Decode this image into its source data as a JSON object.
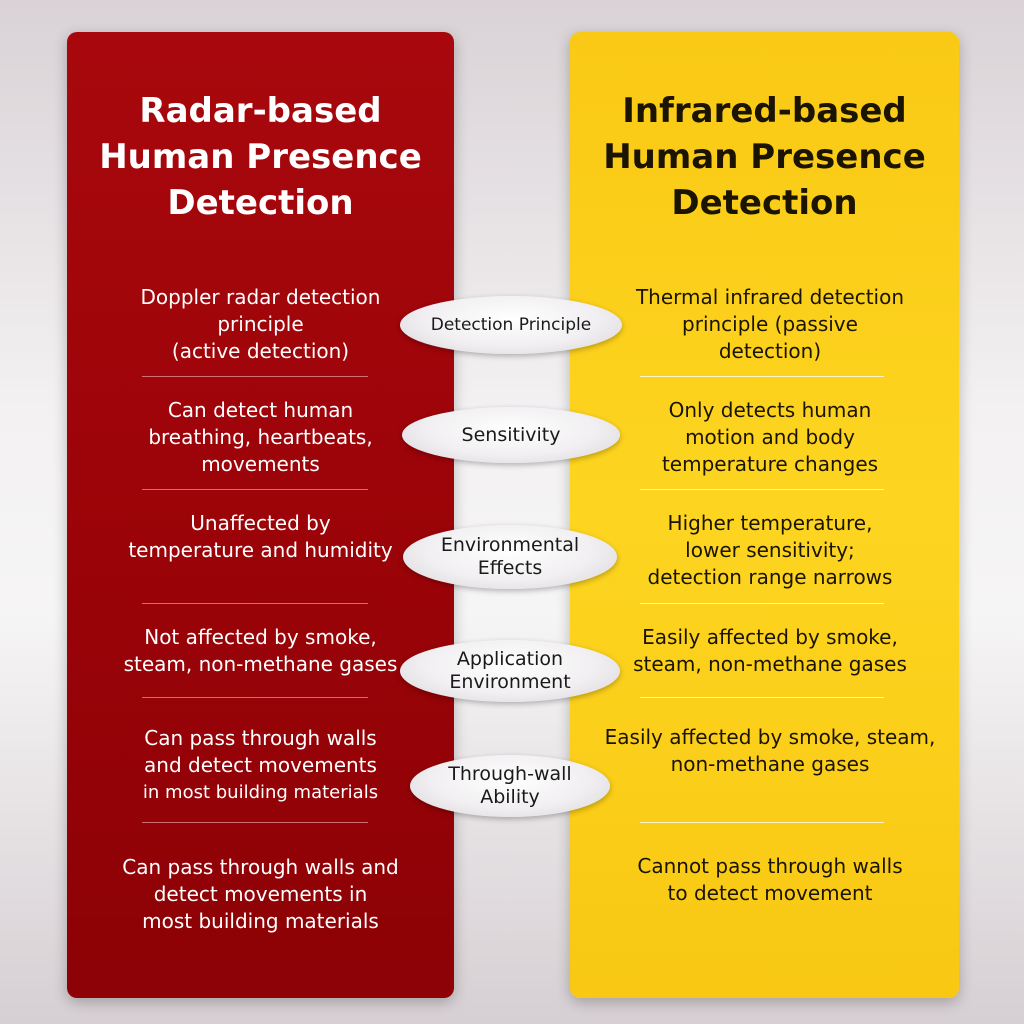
{
  "left_column": {
    "title_lines": [
      "Radar-based",
      "Human Presence",
      "Detection"
    ],
    "rows": [
      {
        "lines": [
          "Doppler radar detection",
          "principle",
          "(active detection)"
        ]
      },
      {
        "lines": [
          "Can detect human",
          "breathing, heartbeats,",
          "movements"
        ]
      },
      {
        "lines": [
          "Unaffected by",
          "temperature and humidity"
        ]
      },
      {
        "lines": [
          "Not affected by smoke,",
          "steam, non-methane gases"
        ]
      },
      {
        "lines": [
          "Can pass through walls",
          "and detect movements",
          "in most building materials"
        ]
      },
      {
        "lines": [
          "Can pass through walls and",
          "detect movements in",
          "most building materials"
        ]
      }
    ]
  },
  "right_column": {
    "title_lines": [
      "Infrared-based",
      "Human Presence",
      "Detection"
    ],
    "rows": [
      {
        "lines": [
          "Thermal infrared detection",
          "principle (passive",
          "detection)"
        ]
      },
      {
        "lines": [
          "Only detects human",
          "motion and body",
          "temperature changes"
        ]
      },
      {
        "lines": [
          "Higher temperature,",
          "lower sensitivity;",
          "detection range narrows"
        ]
      },
      {
        "lines": [
          "Easily affected by smoke,",
          "steam, non-methane gases"
        ]
      },
      {
        "lines": [
          "Easily affected by smoke, steam,",
          "non-methane gases"
        ]
      },
      {
        "lines": [
          "Cannot pass through walls",
          "to detect movement"
        ]
      }
    ]
  },
  "criteria": [
    {
      "lines": [
        "Detection Principle"
      ]
    },
    {
      "lines": [
        "Sensitivity"
      ]
    },
    {
      "lines": [
        "Environmental",
        "Effects"
      ]
    },
    {
      "lines": [
        "Application",
        "Environment"
      ]
    },
    {
      "lines": [
        "Through-wall",
        "Ability"
      ]
    }
  ],
  "colors": {
    "radar_panel": "#9a0308",
    "infrared_panel": "#fdd520",
    "pill_fill": "#f1eff1"
  }
}
